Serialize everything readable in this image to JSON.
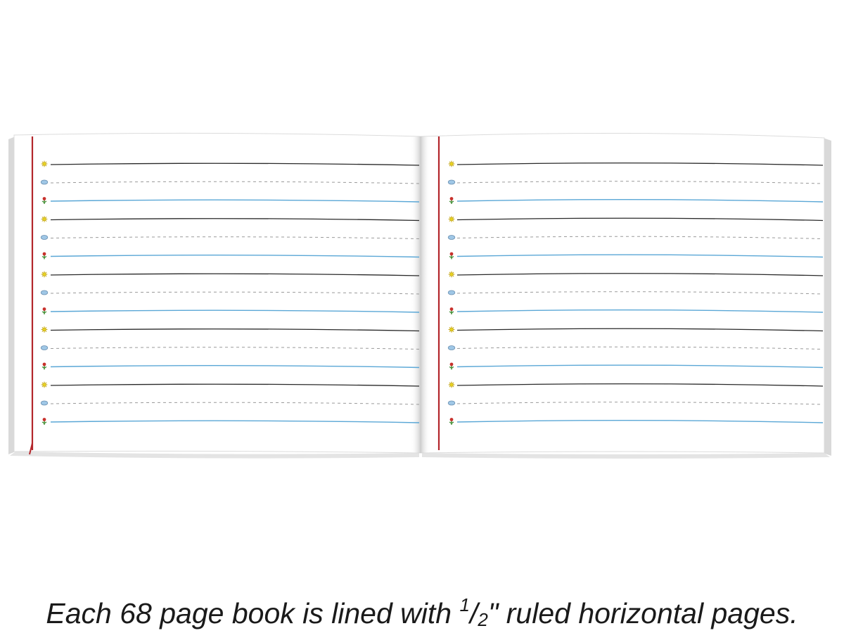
{
  "caption": {
    "text_before": "Each 68 page book is lined with ",
    "fraction_numerator": "1",
    "fraction_slash": "/",
    "fraction_denominator": "2",
    "text_after": "\" ruled horizontal pages."
  },
  "book": {
    "colors": {
      "page": "#ffffff",
      "page_edge": "#d9d9d9",
      "margin_line": "#b3262b",
      "top_line": "#2a2a2a",
      "dashed_line": "#9a9a9a",
      "base_line": "#5aa7d6",
      "sun_icon": "#e8d21f",
      "cloud_icon": "#9fc7e6",
      "flower_petal": "#c8312c",
      "flower_stem": "#3c8a2e"
    },
    "line_groups_per_page": 5,
    "icons": [
      "sun-icon",
      "cloud-icon",
      "flower-icon"
    ]
  }
}
